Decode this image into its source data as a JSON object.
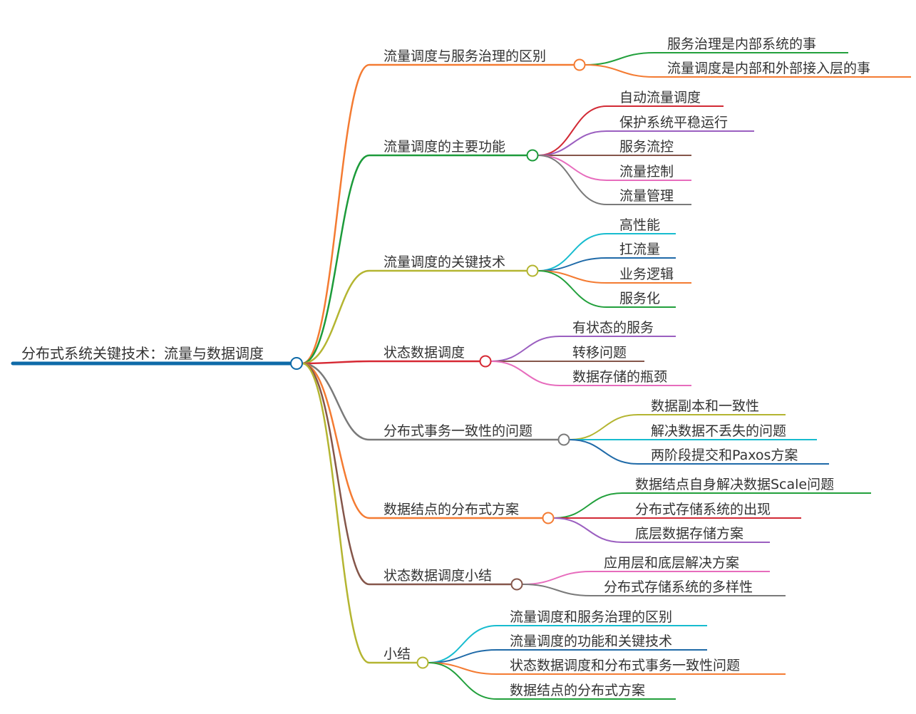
{
  "root": {
    "label": "分布式系统关键技术：流量与数据调度",
    "color": "#0e6aa8"
  },
  "branches": [
    {
      "label": "流量调度与服务治理的区别",
      "color": "#f47b32",
      "children": [
        {
          "label": "服务治理是内部系统的事",
          "color": "#22a03c"
        },
        {
          "label": "流量调度是内部和外部接入层的事",
          "color": "#f47b32"
        }
      ]
    },
    {
      "label": "流量调度的主要功能",
      "color": "#1c9b3a",
      "children": [
        {
          "label": "自动流量调度",
          "color": "#d22a35"
        },
        {
          "label": "保护系统平稳运行",
          "color": "#9b5fc0"
        },
        {
          "label": "服务流控",
          "color": "#85564a"
        },
        {
          "label": "流量控制",
          "color": "#e76cbd"
        },
        {
          "label": "流量管理",
          "color": "#7a7a7a"
        }
      ]
    },
    {
      "label": "流量调度的关键技术",
      "color": "#b4b531",
      "children": [
        {
          "label": "高性能",
          "color": "#17bccf"
        },
        {
          "label": "扛流量",
          "color": "#1f6aa8"
        },
        {
          "label": "业务逻辑",
          "color": "#f47b32"
        },
        {
          "label": "服务化",
          "color": "#22a03c"
        }
      ]
    },
    {
      "label": "状态数据调度",
      "color": "#d62833",
      "children": [
        {
          "label": "有状态的服务",
          "color": "#9b5fc0"
        },
        {
          "label": "转移问题",
          "color": "#85564a"
        },
        {
          "label": "数据存储的瓶颈",
          "color": "#e76cbd"
        }
      ]
    },
    {
      "label": "分布式事务一致性的问题",
      "color": "#7a7a7a",
      "children": [
        {
          "label": "数据副本和一致性",
          "color": "#b4b531"
        },
        {
          "label": "解决数据不丢失的问题",
          "color": "#17bccf"
        },
        {
          "label": "两阶段提交和Paxos方案",
          "color": "#1f6aa8"
        }
      ]
    },
    {
      "label": "数据结点的分布式方案",
      "color": "#f47b32",
      "children": [
        {
          "label": "数据结点自身解决数据Scale问题",
          "color": "#22a03c"
        },
        {
          "label": "分布式存储系统的出现",
          "color": "#d22a35"
        },
        {
          "label": "底层数据存储方案",
          "color": "#9b5fc0"
        }
      ]
    },
    {
      "label": "状态数据调度小结",
      "color": "#85564a",
      "children": [
        {
          "label": "应用层和底层解决方案",
          "color": "#e76cbd"
        },
        {
          "label": "分布式存储系统的多样性",
          "color": "#7a7a7a"
        }
      ]
    },
    {
      "label": "小结",
      "color": "#b4b531",
      "children": [
        {
          "label": "流量调度和服务治理的区别",
          "color": "#17bccf"
        },
        {
          "label": "流量调度的功能和关键技术",
          "color": "#1f6aa8"
        },
        {
          "label": "状态数据调度和分布式事务一致性问题",
          "color": "#f47b32"
        },
        {
          "label": "数据结点的分布式方案",
          "color": "#22a03c"
        }
      ]
    }
  ]
}
